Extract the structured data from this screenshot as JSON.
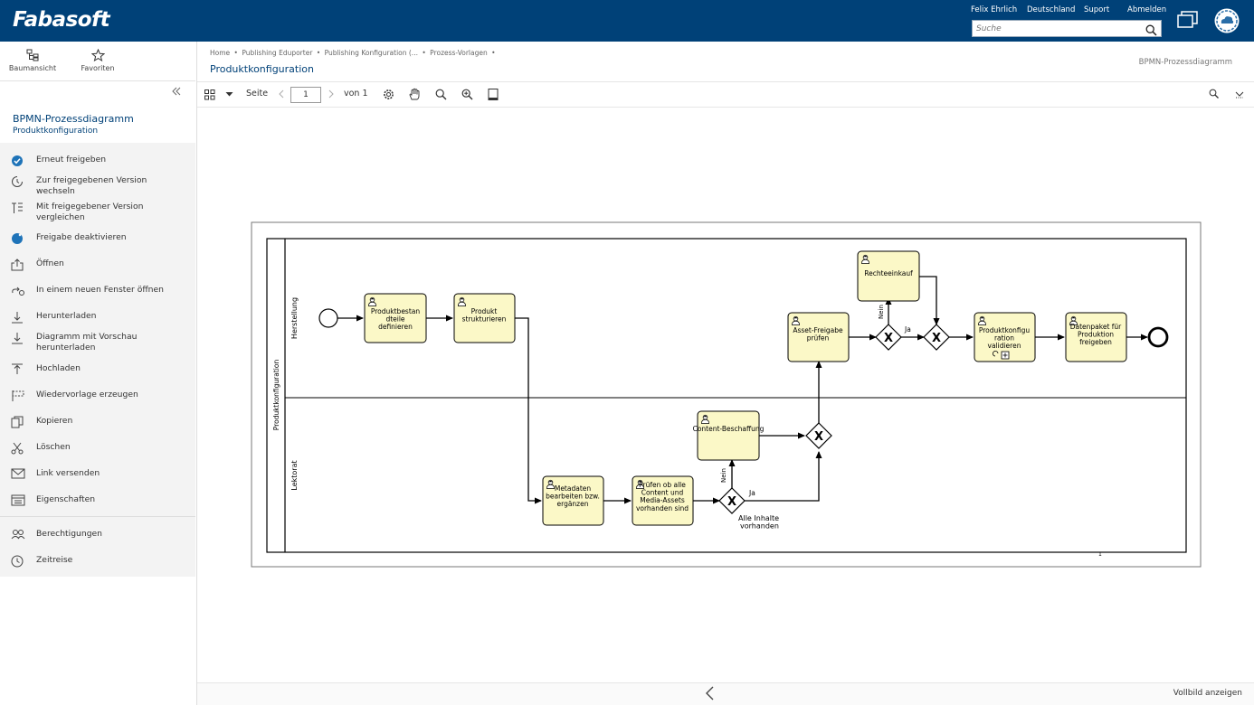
{
  "header": {
    "logo": "Fabasoft",
    "links": [
      "Felix Ehrlich",
      "Deutschland",
      "Suport",
      "Abmelden"
    ],
    "search_placeholder": "Suche"
  },
  "sidebar": {
    "tools": [
      {
        "label": "Baumansicht",
        "icon": "tree-icon"
      },
      {
        "label": "Favoriten",
        "icon": "star-icon"
      }
    ],
    "object_title": "BPMN-Prozessdiagramm",
    "object_subtitle": "Produktkonfiguration",
    "actions": [
      {
        "label": "Erneut freigeben",
        "icon": "check-circle-icon"
      },
      {
        "label": "Zur freigegebenen Version wechseln",
        "icon": "version-switch-icon"
      },
      {
        "label": "Mit freigegebener Version vergleichen",
        "icon": "compare-icon"
      },
      {
        "label": "Freigabe deaktivieren",
        "icon": "deactivate-icon"
      },
      {
        "label": "Öffnen",
        "icon": "open-icon"
      },
      {
        "label": "In einem neuen Fenster öffnen",
        "icon": "new-window-icon"
      },
      {
        "label": "Herunterladen",
        "icon": "download-icon"
      },
      {
        "label": "Diagramm mit Vorschau herunterladen",
        "icon": "download-preview-icon"
      },
      {
        "label": "Hochladen",
        "icon": "upload-icon"
      },
      {
        "label": "Wiedervorlage erzeugen",
        "icon": "followup-flag-icon"
      },
      {
        "label": "Kopieren",
        "icon": "copy-icon"
      },
      {
        "label": "Löschen",
        "icon": "delete-icon"
      },
      {
        "label": "Link versenden",
        "icon": "mail-icon"
      },
      {
        "label": "Eigenschaften",
        "icon": "properties-icon"
      }
    ],
    "secondary_actions": [
      {
        "label": "Berechtigungen",
        "icon": "permissions-icon"
      },
      {
        "label": "Zeitreise",
        "icon": "timetravel-icon"
      }
    ]
  },
  "main": {
    "breadcrumbs": [
      "Home",
      "Publishing Eduporter",
      "Publishing Konfiguration (...",
      "Prozess-Vorlagen"
    ],
    "page_title": "Produktkonfiguration",
    "object_type": "BPMN-Prozessdiagramm",
    "toolbar": {
      "page_label": "Seite",
      "page_value": "1",
      "of_label": "von 1"
    },
    "fullscreen_label": "Vollbild anzeigen"
  },
  "diagram": {
    "pool_label": "Produktkonfiguration",
    "lanes": [
      "Herstellung",
      "Lektorat"
    ],
    "tasks": [
      "Produktbestan dteile definieren",
      "Produkt strukturieren",
      "Metadaten bearbeiten bzw. ergänzen",
      "Prüfen ob alle Content und Media-Assets vorhanden sind",
      "Content-Beschaffung",
      "Asset-Freigabe prüfen",
      "Rechteeinkauf",
      "Produktkonfigu ration validieren",
      "Datenpaket für Produktion freigeben"
    ],
    "flow_labels": {
      "yes": "Ja",
      "no": "Nein",
      "condition": "Alle Inhalte vorhanden"
    },
    "page_number": "1"
  }
}
